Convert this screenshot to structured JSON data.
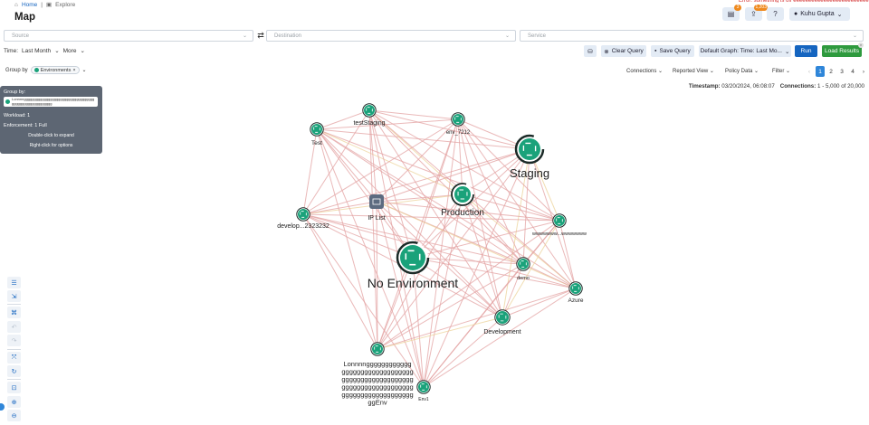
{
  "breadcrumb": {
    "home": "Home",
    "separator": "|",
    "current": "Explore"
  },
  "page_title": "Map",
  "top_warning": "Error: something is off eeeeeeeeeeeeeeeeeeeeeeeee",
  "header": {
    "notifications_badge": "3",
    "export_badge": "1,203",
    "help_label": "?",
    "user_name": "Kuhu Gupta"
  },
  "query": {
    "source_placeholder": "Source",
    "destination_placeholder": "Destination",
    "service_placeholder": "Service"
  },
  "time": {
    "label": "Time:",
    "value": "Last Month",
    "more": "More"
  },
  "actions": {
    "clear": "Clear Query",
    "save": "Save Query",
    "default_graph": "Default Graph: Time: Last Mo...",
    "run": "Run",
    "load": "Load Results"
  },
  "group_by": {
    "label": "Group by",
    "chip": "Environments"
  },
  "view_menus": [
    "Connections",
    "Reported View",
    "Policy Data",
    "Filter"
  ],
  "pagination": {
    "prev": "‹",
    "pages": [
      "1",
      "2",
      "3",
      "4"
    ],
    "next": "›"
  },
  "stats": {
    "timestamp_label": "Timestamp:",
    "timestamp": "03/20/2024, 06:08:07",
    "connections_label": "Connections:",
    "connections": "1 - 5,000 of 20,000"
  },
  "tooltip": {
    "group_by_label": "Group by:",
    "env_name": "Lonnnnggggggggggggggggggggggggggggggggggggggggggggggggggggggg",
    "workload": "Workload:  1",
    "enforcement": "Enforcement:  1 Full",
    "hint1": "Double-click to expand",
    "hint2": "Right-click for options"
  },
  "nodes": [
    {
      "id": "staging",
      "label": "Staging",
      "kind": "big"
    },
    {
      "id": "production",
      "label": "Production",
      "kind": "mid"
    },
    {
      "id": "noenv",
      "label": "No Environment",
      "kind": "big"
    },
    {
      "id": "ipl",
      "label": "IP List",
      "kind": "iplist"
    },
    {
      "id": "teststaging",
      "label": "testStaging",
      "kind": "small"
    },
    {
      "id": "env7212",
      "label": "env_7212",
      "kind": "small"
    },
    {
      "id": "test",
      "label": "Test",
      "kind": "small"
    },
    {
      "id": "develop",
      "label": "develop...2323232",
      "kind": "small"
    },
    {
      "id": "www",
      "label": "wwwwwww...wwwwwww",
      "kind": "small"
    },
    {
      "id": "demo",
      "label": "demo",
      "kind": "small"
    },
    {
      "id": "azure",
      "label": "Azure",
      "kind": "small"
    },
    {
      "id": "development",
      "label": "Development",
      "kind": "small"
    },
    {
      "id": "long",
      "label": "Lonnnngggggggggggg ggggggggggggggggggg ggggggggggggggggggg ggggggggggggggggggg ggggggggggggggggggg ggEnv",
      "kind": "small"
    },
    {
      "id": "env1",
      "label": "Env1",
      "kind": "small"
    }
  ],
  "colors": {
    "node": "#1aa27a",
    "node_ring": "#1b2a27",
    "edge_red": "#e3a2a2",
    "edge_yellow": "#ecd39a",
    "primary": "#1565c0",
    "success": "#2e9a3e"
  }
}
